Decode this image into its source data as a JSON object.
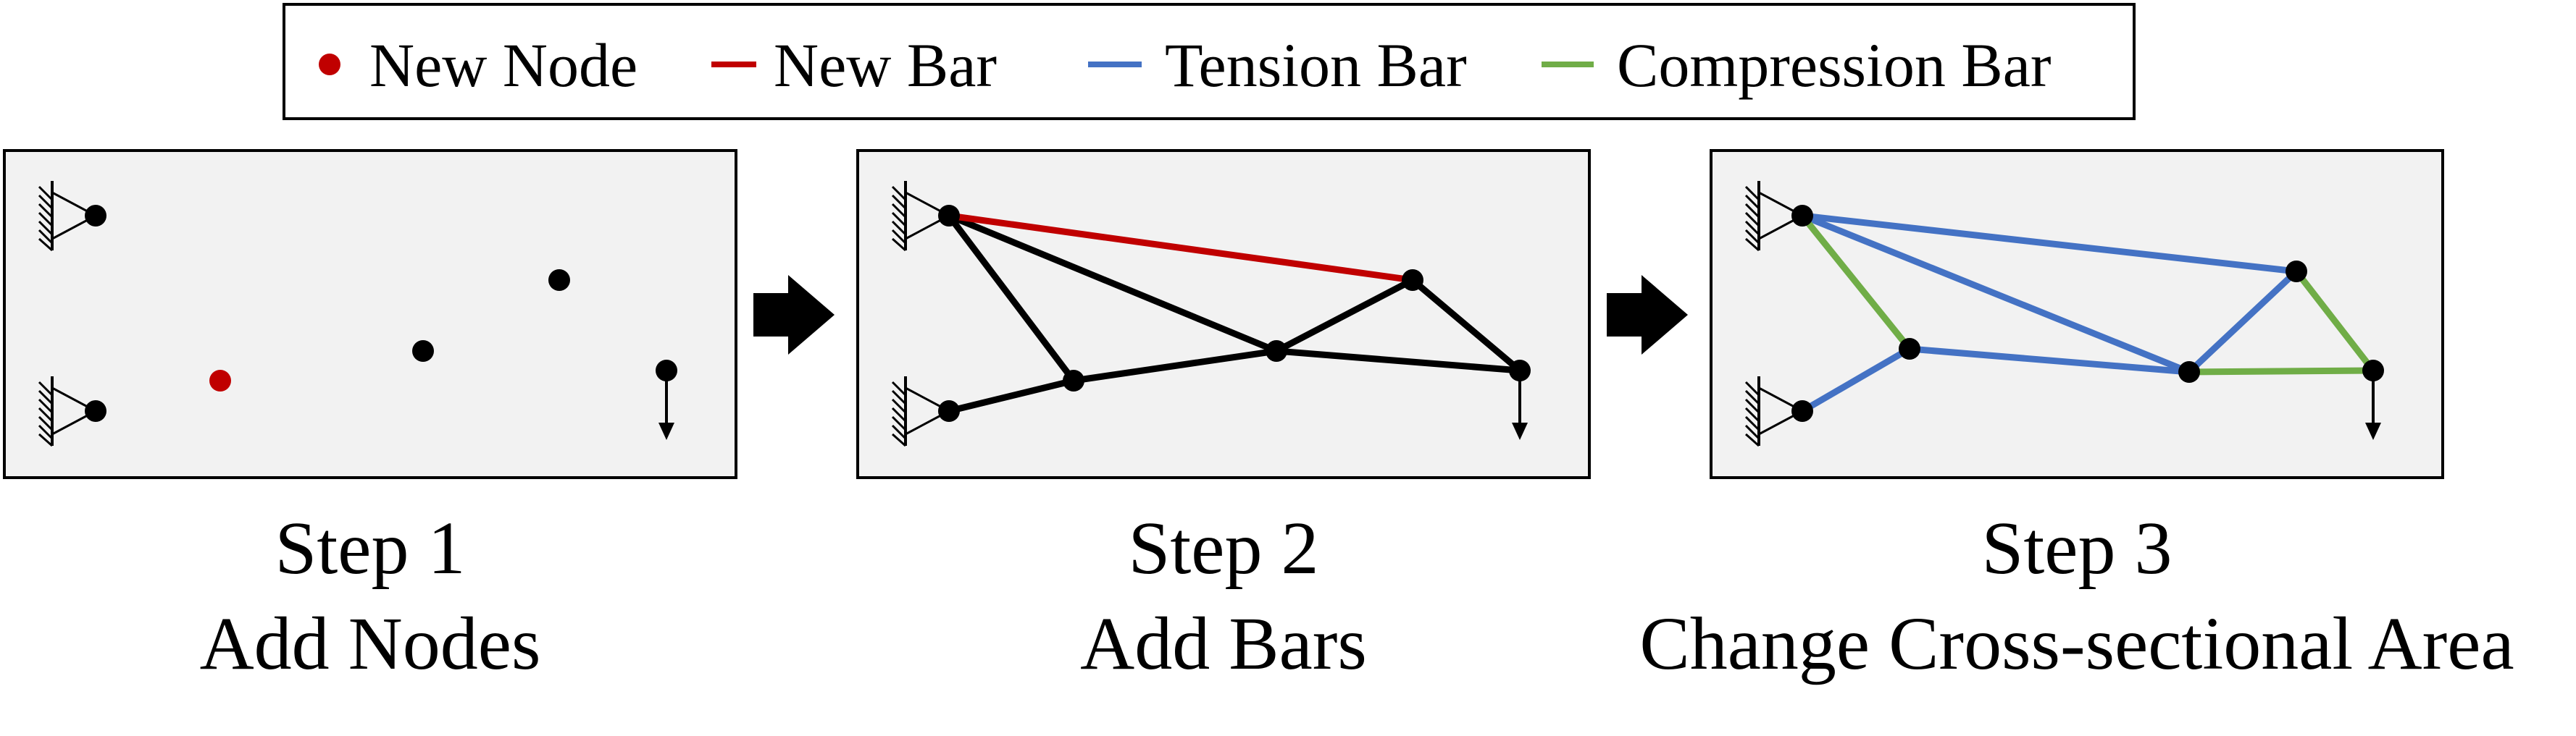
{
  "legend": {
    "items": [
      {
        "label": "New Node",
        "kind": "dot",
        "color": "#c00000"
      },
      {
        "label": "New Bar",
        "kind": "line",
        "color": "#c00000"
      },
      {
        "label": "Tension Bar",
        "kind": "line",
        "color": "#4472c4"
      },
      {
        "label": "Compression Bar",
        "kind": "line",
        "color": "#70ad47"
      }
    ]
  },
  "colors": {
    "panel_fill": "#f2f2f2",
    "existing_bar": "#000000",
    "node": "#000000"
  },
  "steps": [
    {
      "title": "Step 1",
      "subtitle": "Add Nodes"
    },
    {
      "title": "Step 2",
      "subtitle": "Add Bars"
    },
    {
      "title": "Step 3",
      "subtitle": "Change Cross-sectional Area"
    }
  ],
  "icons": {
    "support": "fixed-support-icon",
    "load": "load-arrow-icon",
    "transition": "right-arrow-icon"
  }
}
